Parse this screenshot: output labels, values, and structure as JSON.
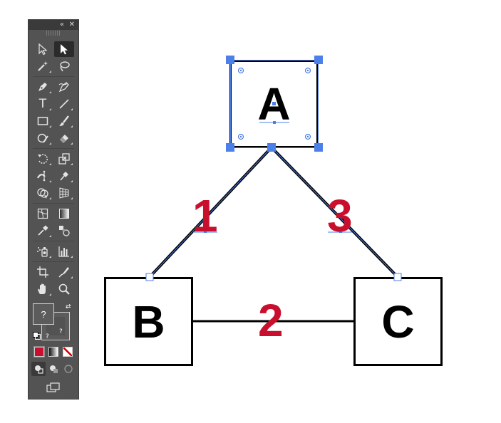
{
  "toolbar": {
    "collapse_glyph": "«",
    "close_glyph": "✕",
    "tools": [
      {
        "name": "selection",
        "icon": "selection-arrow-icon"
      },
      {
        "name": "direct-selection",
        "icon": "direct-selection-arrow-icon",
        "active": true
      },
      {
        "name": "magic-wand",
        "icon": "magic-wand-icon"
      },
      {
        "name": "lasso",
        "icon": "lasso-icon"
      },
      {
        "name": "pen",
        "icon": "pen-icon"
      },
      {
        "name": "curvature",
        "icon": "curvature-pen-icon"
      },
      {
        "name": "type",
        "icon": "type-icon",
        "glyph": "T"
      },
      {
        "name": "line-segment",
        "icon": "line-segment-icon"
      },
      {
        "name": "rectangle",
        "icon": "rectangle-icon"
      },
      {
        "name": "paintbrush",
        "icon": "paintbrush-icon"
      },
      {
        "name": "shaper",
        "icon": "shaper-icon"
      },
      {
        "name": "eraser",
        "icon": "eraser-icon"
      },
      {
        "name": "rotate",
        "icon": "rotate-icon"
      },
      {
        "name": "scale",
        "icon": "scale-icon"
      },
      {
        "name": "width",
        "icon": "width-tool-icon"
      },
      {
        "name": "puppet-warp",
        "icon": "puppet-warp-icon"
      },
      {
        "name": "shape-builder",
        "icon": "shape-builder-icon"
      },
      {
        "name": "perspective-grid",
        "icon": "perspective-grid-icon"
      },
      {
        "name": "mesh",
        "icon": "mesh-icon"
      },
      {
        "name": "gradient",
        "icon": "gradient-icon"
      },
      {
        "name": "eyedropper",
        "icon": "eyedropper-icon"
      },
      {
        "name": "blend",
        "icon": "blend-icon"
      },
      {
        "name": "symbol-sprayer",
        "icon": "symbol-sprayer-icon"
      },
      {
        "name": "column-graph",
        "icon": "column-graph-icon"
      },
      {
        "name": "artboard",
        "icon": "artboard-icon"
      },
      {
        "name": "slice",
        "icon": "slice-icon"
      },
      {
        "name": "hand",
        "icon": "hand-icon"
      },
      {
        "name": "zoom",
        "icon": "zoom-icon"
      }
    ],
    "fill_label": "?",
    "stroke_label": "?",
    "default_colors_label": "?",
    "colors": {
      "fill_mode": "#c8102e",
      "gradient": "#999999",
      "none": "#ffffff"
    }
  },
  "diagram": {
    "nodes": [
      {
        "id": "A",
        "label": "A",
        "selected": true
      },
      {
        "id": "B",
        "label": "B"
      },
      {
        "id": "C",
        "label": "C"
      }
    ],
    "edges": [
      {
        "from": "A",
        "to": "B",
        "label": "1"
      },
      {
        "from": "B",
        "to": "C",
        "label": "2"
      },
      {
        "from": "A",
        "to": "C",
        "label": "3"
      }
    ],
    "colors": {
      "edge_label": "#c8102e",
      "selection": "#4d7fe8",
      "stroke": "#000000"
    }
  }
}
